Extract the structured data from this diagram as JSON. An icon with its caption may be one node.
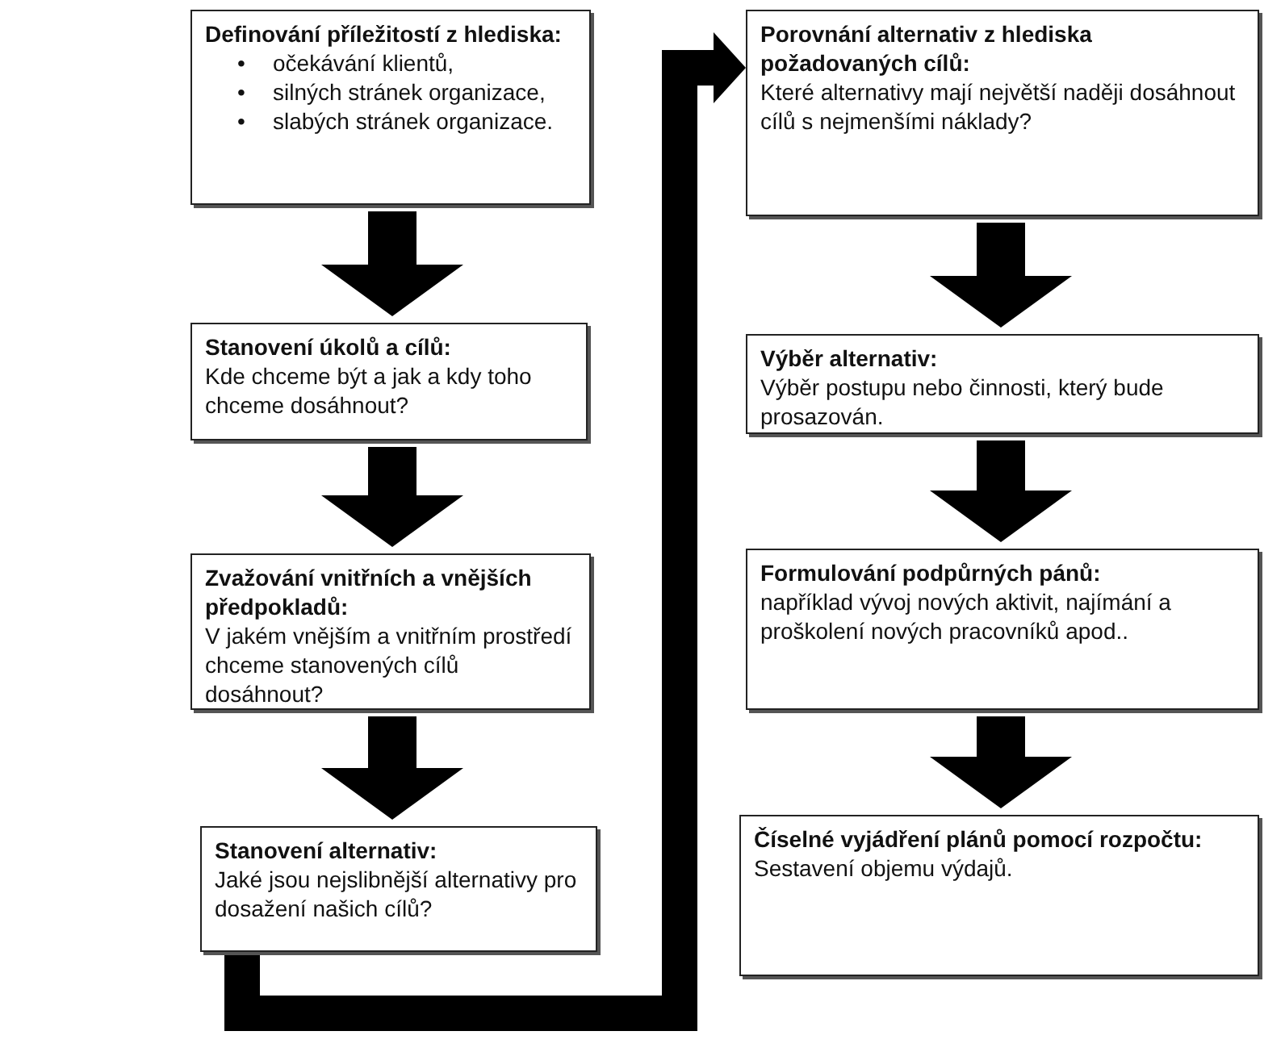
{
  "diagram": {
    "nodes": [
      {
        "text": [
          "Definování příležitostí z hlediska:",
          "•",
          "očekávání klientů,",
          "•",
          "silných stránek organizace,",
          "•",
          "slabých stránek organizace."
        ]
      },
      {
        "text": [
          "Stanovení úkolů a cílů:",
          "Kde chceme být a jak a kdy toho chceme dosáhnout?"
        ]
      },
      {
        "text": [
          "Zvažování vnitřních a vnějších předpokladů:",
          "V jakém vnějším a vnitřním prostředí chceme stanovených cílů dosáhnout?"
        ]
      },
      {
        "text": [
          "Stanovení alternativ:",
          "Jaké jsou nejslibnější alternativy pro dosažení našich cílů?"
        ]
      },
      {
        "text": [
          "Porovnání alternativ z hlediska požadovaných cílů:",
          "Které alternativy mají největší naději dosáhnout cílů s nejmenšími náklady?"
        ]
      },
      {
        "text": [
          "Výběr alternativ:",
          "Výběr postupu nebo činnosti, který bude prosazován."
        ]
      },
      {
        "text": [
          "Formulování podpůrných pánů:",
          "například vývoj nových aktivit, najímání a proškolení nových pracovníků apod.."
        ]
      },
      {
        "text": [
          "Číselné vyjádření plánů pomocí rozpočtu:",
          "Sestavení objemu výdajů."
        ]
      }
    ],
    "edges": [
      {
        "from": 0,
        "to": 1,
        "arrow": "to"
      },
      {
        "from": 1,
        "to": 2,
        "arrow": "to"
      },
      {
        "from": 2,
        "to": 3,
        "arrow": "to"
      },
      {
        "from": 3,
        "to": 4,
        "arrow": "to"
      },
      {
        "from": 4,
        "to": 5,
        "arrow": "to"
      },
      {
        "from": 5,
        "to": 6,
        "arrow": "to"
      },
      {
        "from": 6,
        "to": 7,
        "arrow": "to"
      }
    ]
  }
}
